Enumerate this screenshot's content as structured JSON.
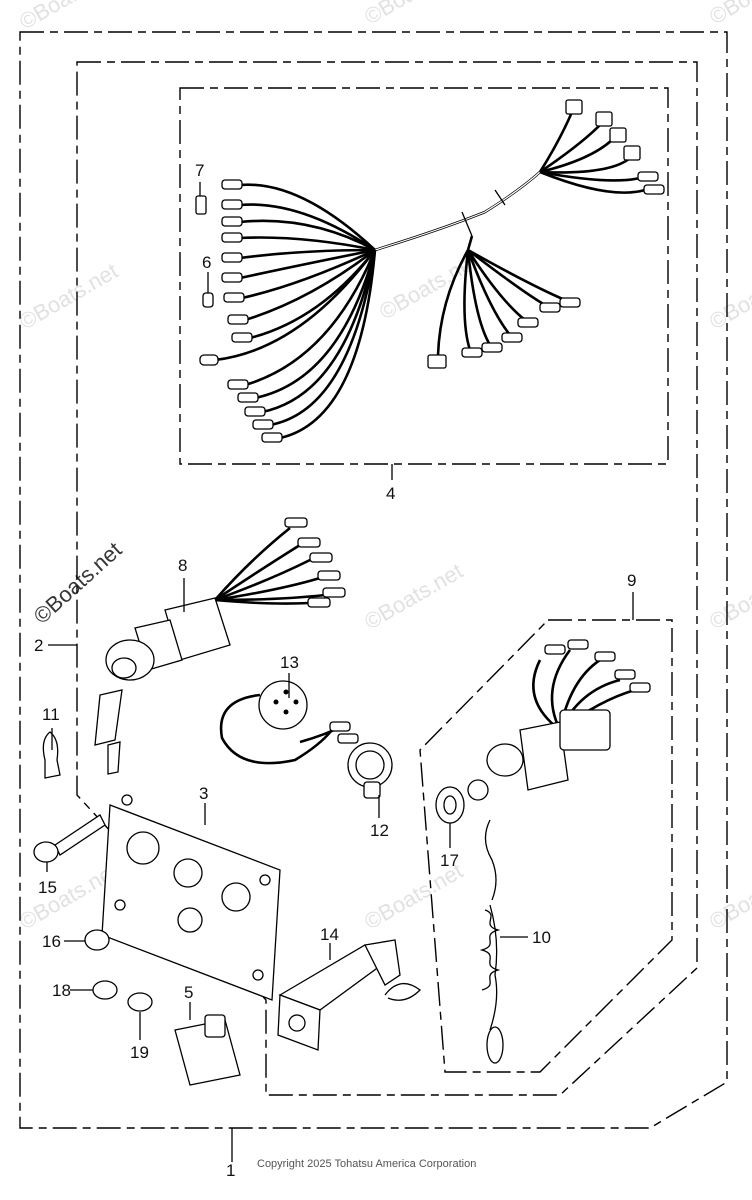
{
  "callouts": [
    {
      "id": "1",
      "label": "1"
    },
    {
      "id": "2",
      "label": "2"
    },
    {
      "id": "3",
      "label": "3"
    },
    {
      "id": "4",
      "label": "4"
    },
    {
      "id": "5",
      "label": "5"
    },
    {
      "id": "6",
      "label": "6"
    },
    {
      "id": "7",
      "label": "7"
    },
    {
      "id": "8",
      "label": "8"
    },
    {
      "id": "9",
      "label": "9"
    },
    {
      "id": "10",
      "label": "10"
    },
    {
      "id": "11",
      "label": "11"
    },
    {
      "id": "12",
      "label": "12"
    },
    {
      "id": "13",
      "label": "13"
    },
    {
      "id": "14",
      "label": "14"
    },
    {
      "id": "15",
      "label": "15"
    },
    {
      "id": "16",
      "label": "16"
    },
    {
      "id": "17",
      "label": "17"
    },
    {
      "id": "18",
      "label": "18"
    },
    {
      "id": "19",
      "label": "19"
    }
  ],
  "watermark": "©Boats.net",
  "copyright": "Copyright 2025 Tohatsu America Corporation"
}
